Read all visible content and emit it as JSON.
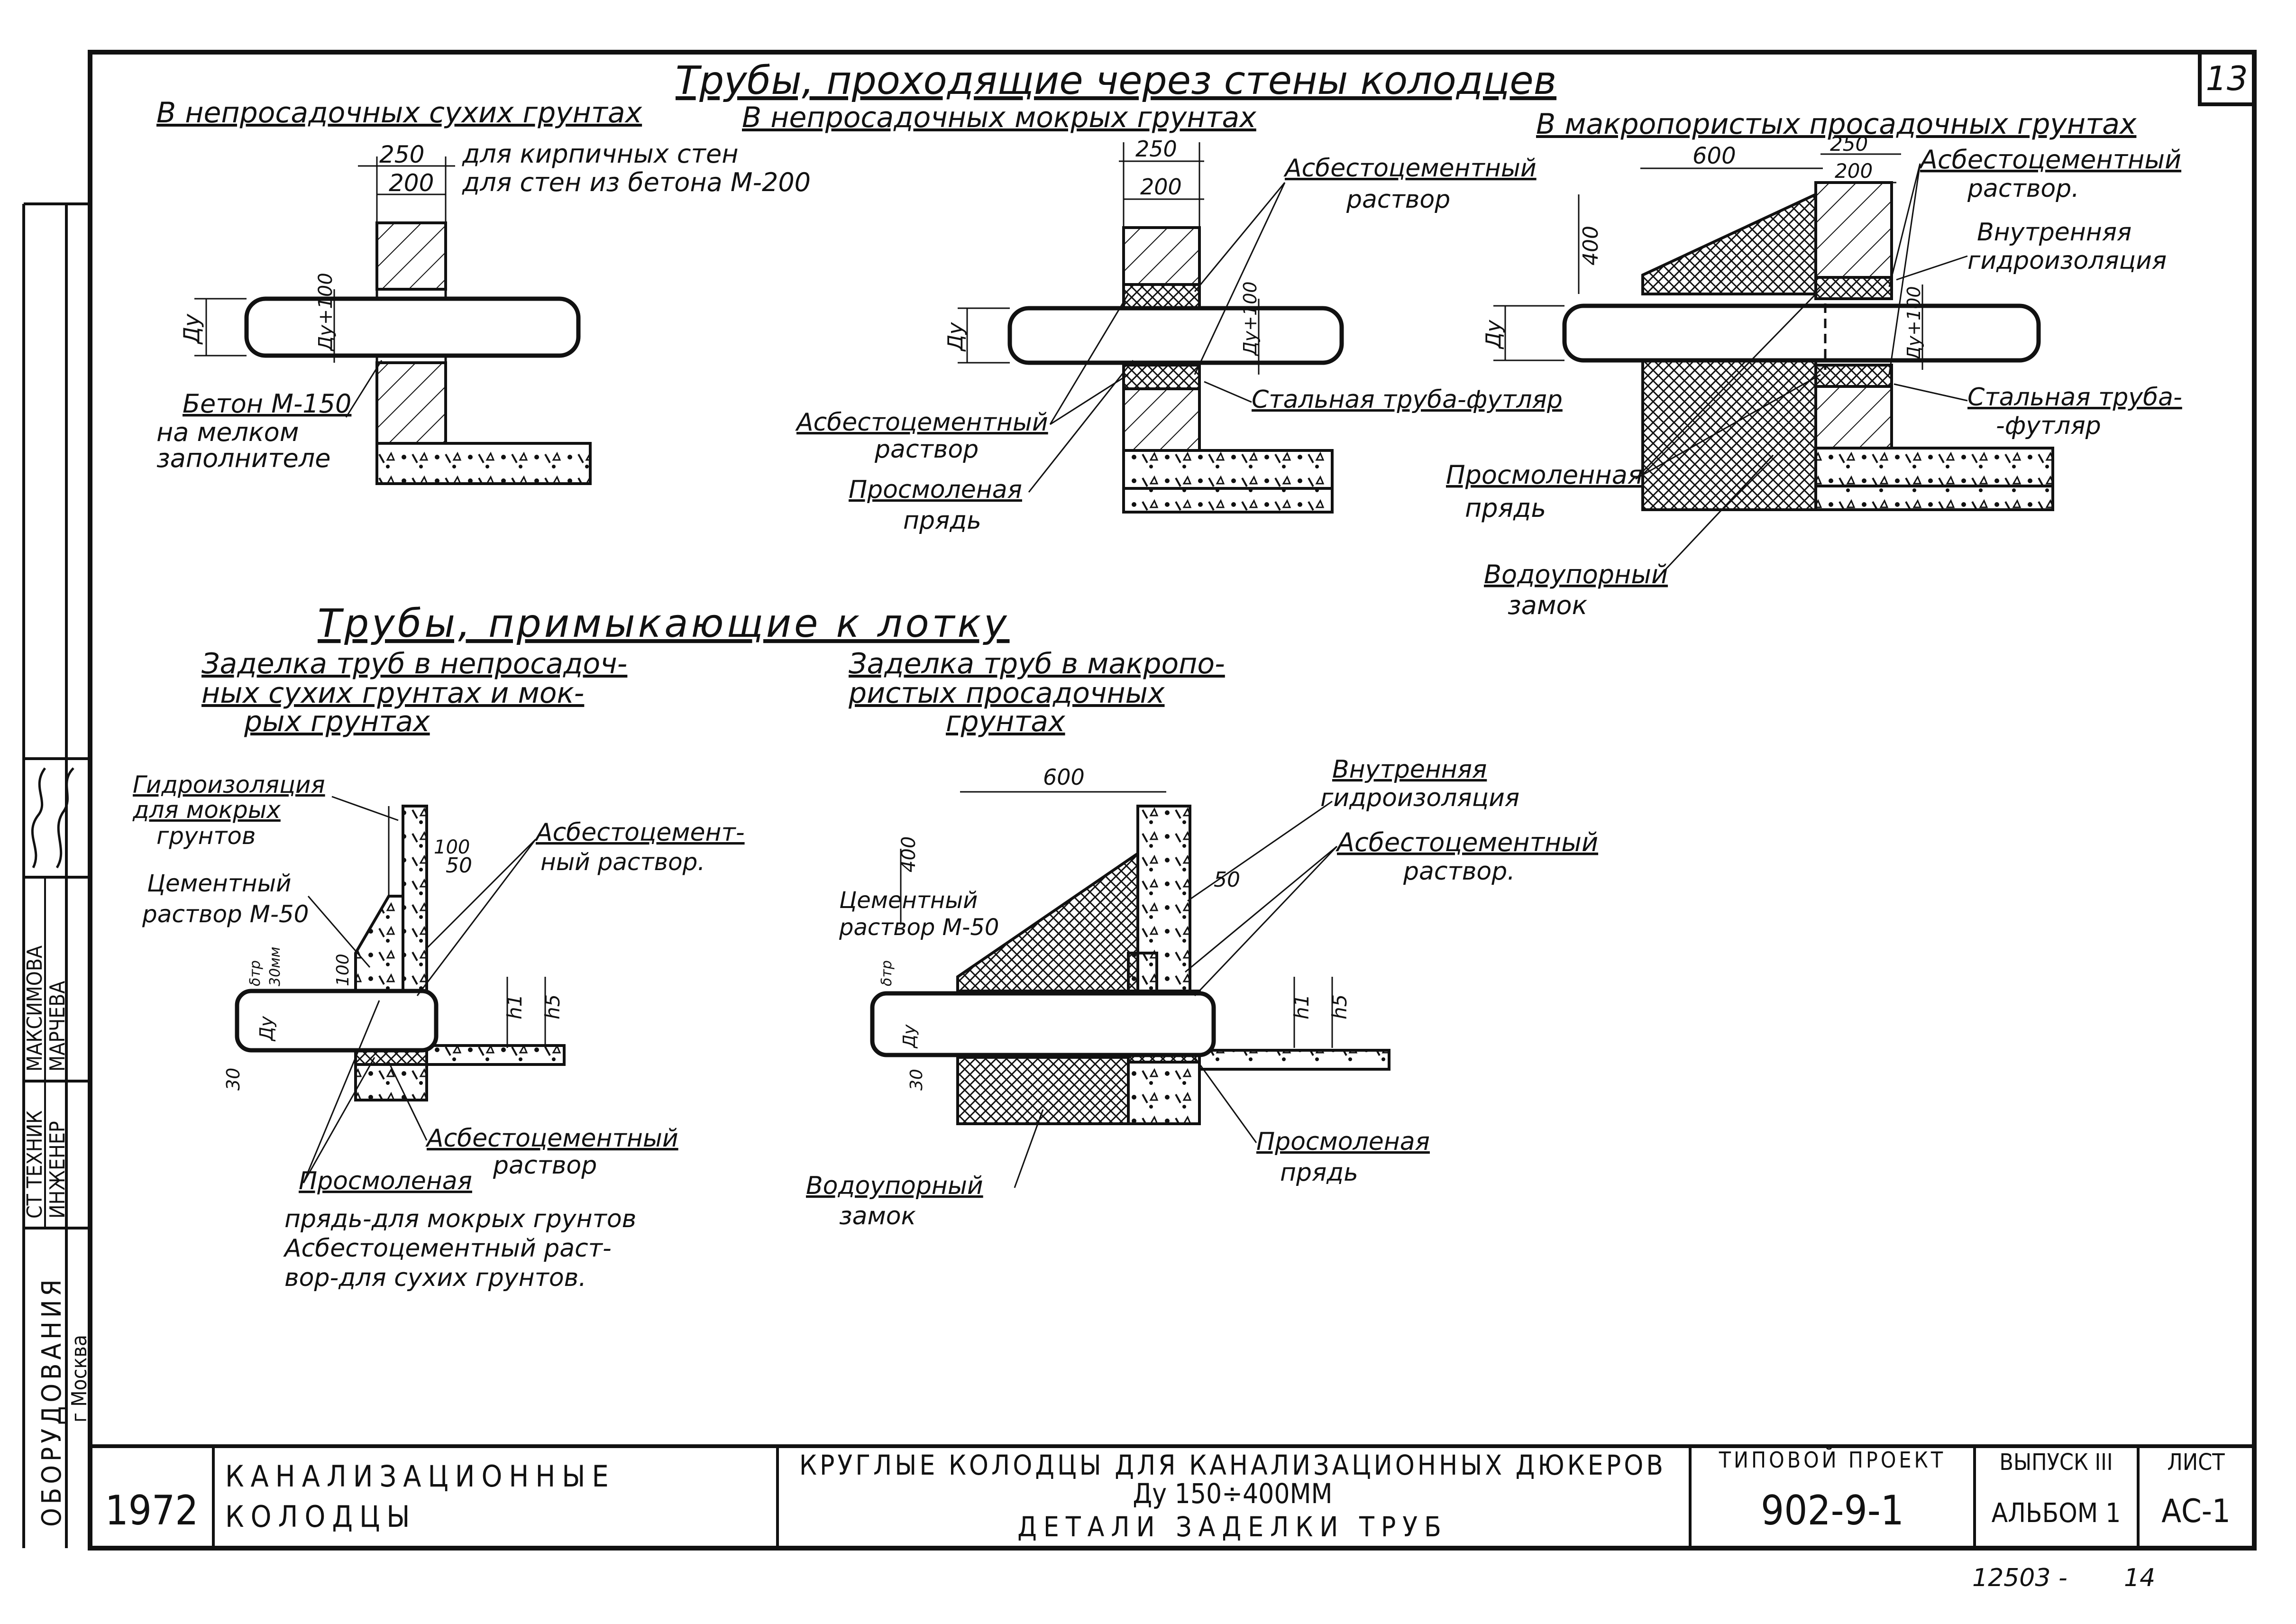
{
  "sheet": {
    "number": "13",
    "bottom_code": "12503 -",
    "bottom_page": "14"
  },
  "side_stamp": {
    "org": "ОБОРУДОВАНИЯ",
    "city": "г Москва",
    "role1": "СТ ТЕХНИК",
    "role2": "ИНЖЕНЕР",
    "name1": "МАКСИМОВА",
    "name2": "МАРЧЕВА"
  },
  "section1": {
    "title": "Трубы, проходящие через стены колодцев",
    "a": {
      "title": "В непросадочных сухих грунтах",
      "dim_250": "250",
      "dim_200": "200",
      "note_250": "для кирпичных стен",
      "note_200": "для стен из бетона М-200",
      "du": "Ду",
      "du100": "Ду+100",
      "label_beton": "Бетон М-150",
      "label_beton2": "на мелком",
      "label_beton3": "заполнителе"
    },
    "b": {
      "title": "В непросадочных мокрых грунтах",
      "dim_250": "250",
      "dim_200": "200",
      "label_asb_top": "Асбестоцементный",
      "label_asb_top2": "раствор",
      "label_asb_left": "Асбестоцементный",
      "label_asb_left2": "раствор",
      "label_steel": "Стальная труба-футляр",
      "label_prjad": "Просмоленая",
      "label_prjad2": "прядь",
      "du": "Ду",
      "du100": "Ду+100"
    },
    "c": {
      "title": "В макропористых просадочных грунтах",
      "dim_600": "600",
      "dim_250": "250",
      "dim_200": "200",
      "dim_400": "400",
      "label_asb": "Асбестоцементный",
      "label_asb2": "раствор.",
      "label_hydro": "Внутренняя",
      "label_hydro2": "гидроизоляция",
      "label_steel": "Стальная труба-",
      "label_steel2": "-футляр",
      "label_prjad": "Просмоленная",
      "label_prjad2": "прядь",
      "label_zamok": "Водоупорный",
      "label_zamok2": "замок",
      "du": "Ду",
      "du100": "Ду+100"
    }
  },
  "section2": {
    "title": "Трубы, примыкающие к лотку",
    "a": {
      "title1": "Заделка труб в непросадоч-",
      "title2": "ных сухих грунтах и мок-",
      "title3": "рых грунтах",
      "label_hydro": "Гидроизоляция",
      "label_hydro2": "для мокрых",
      "label_hydro3": "грунтов",
      "label_cement": "Цементный",
      "label_cement2": "раствор М-50",
      "label_asb": "Асбестоцемент-",
      "label_asb2": "ный раствор.",
      "label_asb_b": "Асбестоцементный",
      "label_asb_b2": "раствор",
      "label_prjad": "Просмоленая",
      "note1": "прядь-для мокрых грунтов",
      "note2": "Асбестоцементный раст-",
      "note3": "вор-для сухих грунтов.",
      "dim_100": "100",
      "dim_100b": "100",
      "dim_50": "50",
      "dim_30": "30",
      "dim_30b": "30мм",
      "dim_h1": "h1",
      "dim_h5": "h5",
      "dim_btr": "δтр",
      "du": "Ду"
    },
    "b": {
      "title1": "Заделка труб в макропо-",
      "title2": "ристых просадочных",
      "title3": "грунтах",
      "dim_600": "600",
      "dim_400": "400",
      "dim_50": "50",
      "dim_30": "30",
      "dim_h1": "h1",
      "dim_h5": "h5",
      "dim_btr": "δтр",
      "du": "Ду",
      "label_hydro": "Внутренняя",
      "label_hydro2": "гидроизоляция",
      "label_asb": "Асбестоцементный",
      "label_asb2": "раствор.",
      "label_cement": "Цементный",
      "label_cement2": "раствор М-50",
      "label_prjad": "Просмоленая",
      "label_prjad2": "прядь",
      "label_zamok": "Водоупорный",
      "label_zamok2": "замок"
    }
  },
  "title_block": {
    "year": "1972",
    "name1": "КАНАЛИЗАЦИОННЫЕ",
    "name2": "КОЛОДЦЫ",
    "desc1": "КРУГЛЫЕ КОЛОДЦЫ ДЛЯ КАНАЛИЗАЦИОННЫХ ДЮКЕРОВ",
    "desc2": "Ду 150÷400ММ",
    "desc3": "ДЕТАЛИ ЗАДЕЛКИ ТРУБ",
    "project_label": "ТИПОВОЙ ПРОЕКТ",
    "project_value": "902-9-1",
    "issue_label": "ВЫПУСК III",
    "issue_value": "АЛЬБОМ 1",
    "sheet_label": "ЛИСТ",
    "sheet_value": "АС-1"
  }
}
